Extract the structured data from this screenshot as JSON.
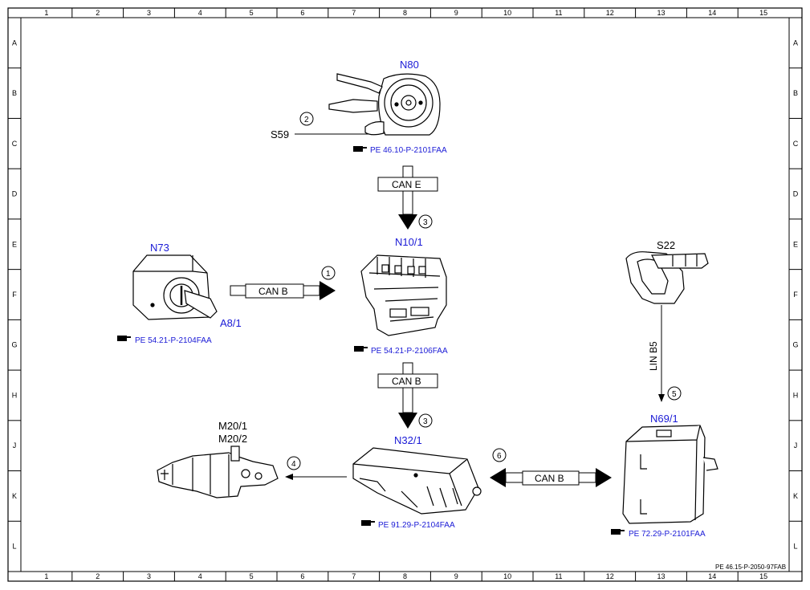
{
  "grid": {
    "columns": [
      "1",
      "2",
      "3",
      "4",
      "5",
      "6",
      "7",
      "8",
      "9",
      "10",
      "11",
      "12",
      "13",
      "14",
      "15"
    ],
    "rows": [
      "A",
      "B",
      "C",
      "D",
      "E",
      "F",
      "G",
      "H",
      "J",
      "K",
      "L"
    ]
  },
  "components": {
    "n80": "N80",
    "s59": "S59",
    "n10_1": "N10/1",
    "n73": "N73",
    "a8_1": "A8/1",
    "s22": "S22",
    "n69_1": "N69/1",
    "n32_1": "N32/1",
    "m20_1": "M20/1",
    "m20_2": "M20/2"
  },
  "references": {
    "n80": "PE 46.10-P-2101FAA",
    "n73": "PE 54.21-P-2104FAA",
    "n10_1": "PE 54.21-P-2106FAA",
    "n32_1": "PE 91.29-P-2104FAA",
    "n69_1": "PE 72.29-P-2101FAA"
  },
  "buses": {
    "can_e": "CAN E",
    "can_b_sam": "CAN B",
    "can_b_down": "CAN B",
    "can_b_door": "CAN B",
    "lin_b5": "LIN B5"
  },
  "callouts": {
    "c1": "1",
    "c2": "2",
    "c3_top": "3",
    "c3_bottom": "3",
    "c4": "4",
    "c5": "5",
    "c6": "6"
  },
  "document_id": "PE 46.15-P-2050-97FAB",
  "colors": {
    "component_label": "#1a1ad6",
    "line": "#000000"
  }
}
